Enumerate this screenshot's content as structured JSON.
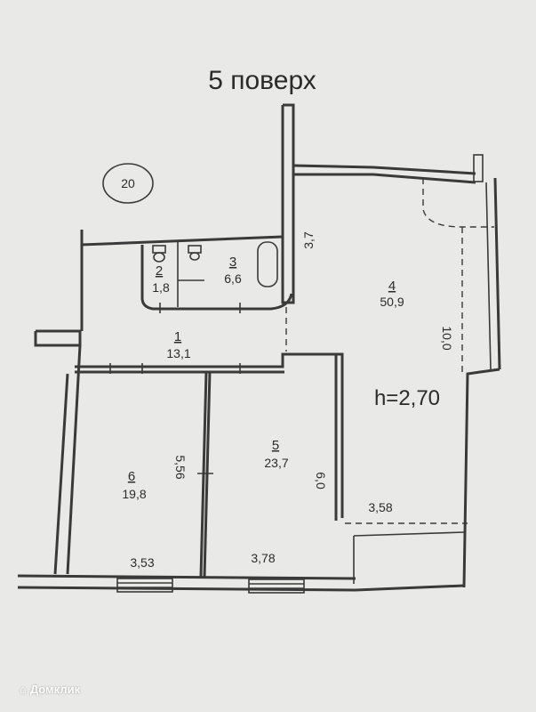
{
  "title": "5 поверх",
  "apartment_number": "20",
  "ceiling_height": "h=2,70",
  "rooms": [
    {
      "number": "1",
      "area": "13,1"
    },
    {
      "number": "2",
      "area": "1,8"
    },
    {
      "number": "3",
      "area": "6,6"
    },
    {
      "number": "4",
      "area": "50,9"
    },
    {
      "number": "5",
      "area": "23,7"
    },
    {
      "number": "6",
      "area": "19,8"
    }
  ],
  "dimensions": {
    "d_3_7": "3,7",
    "d_10_0": "10,0",
    "d_5_56": "5,56",
    "d_6_0": "6,0",
    "d_3_58": "3,58",
    "d_3_53": "3,53",
    "d_3_78": "3,78"
  },
  "watermark": "Домклик"
}
